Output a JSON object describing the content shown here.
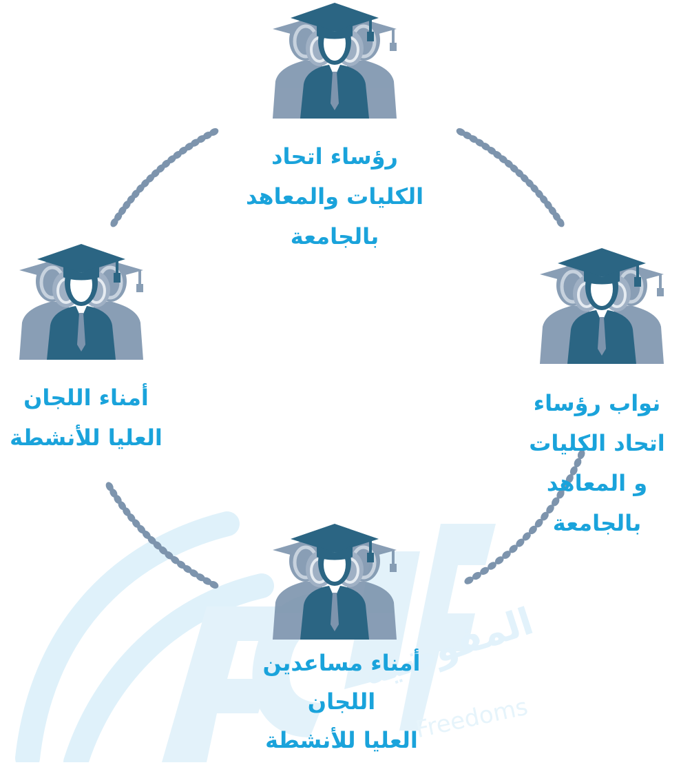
{
  "colors": {
    "accent_text": "#1aa3db",
    "figure_front": "#2b6583",
    "figure_back": "#7d94ad",
    "dots": "#7d94ad",
    "watermark": "#dff1fa"
  },
  "nodes": [
    {
      "id": "top",
      "icon": "graduates-group-icon",
      "lines": [
        "رؤساء اتحاد",
        "الكليات والمعاهد",
        "بالجامعة"
      ]
    },
    {
      "id": "right",
      "icon": "graduates-group-icon",
      "lines": [
        "نواب رؤساء",
        "اتحاد الكليات",
        "و المعاهد",
        "بالجامعة"
      ]
    },
    {
      "id": "bottom",
      "icon": "graduates-group-icon",
      "lines": [
        "أمناء مساعدين",
        "اللجان",
        "العليا للأنشطة"
      ]
    },
    {
      "id": "left",
      "icon": "graduates-group-icon",
      "lines": [
        "أمناء اللجان",
        "العليا للأنشطة"
      ]
    }
  ],
  "watermark": {
    "logo": "ECSF",
    "arabic": "المفوضية",
    "latin": "Freedoms"
  }
}
